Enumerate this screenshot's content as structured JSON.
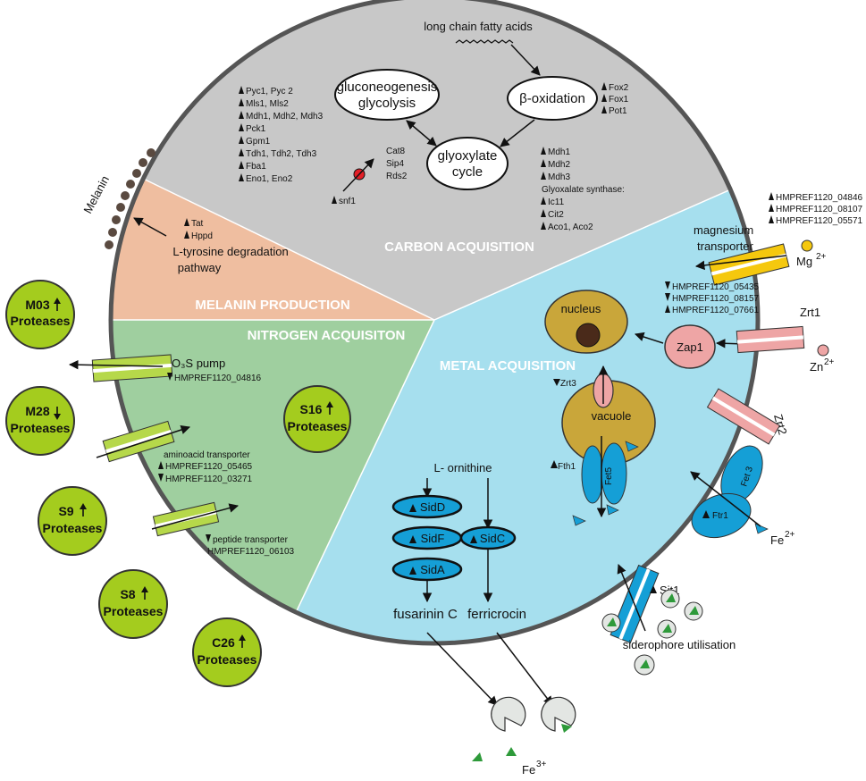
{
  "sections": {
    "carbon": "CARBON ACQUISITION",
    "melanin": "MELANIN PRODUCTION",
    "nitrogen": "NITROGEN ACQUISITON",
    "metal": "METAL ACQUISITION"
  },
  "carbon": {
    "fatty_acids": "long chain fatty acids",
    "gluconeogenesis": "gluconeogenesis",
    "glycolysis": "glycolysis",
    "beta_oxidation": "β-oxidation",
    "glyoxylate": "glyoxylate",
    "cycle": "cycle",
    "genes_left": [
      "Pyc1, Pyc 2",
      "Mls1, Mls2",
      "Mdh1, Mdh2, Mdh3",
      "Pck1",
      "Gpm1",
      "Tdh1, Tdh2, Tdh3",
      "Fba1",
      "Eno1, Eno2"
    ],
    "genes_beta": [
      "Fox2",
      "Fox1",
      "Pot1"
    ],
    "genes_glyox": [
      "Mdh1",
      "Mdh2",
      "Mdh3"
    ],
    "glyox_synthase": "Glyoxalate synthase:",
    "genes_glyox2": [
      "Ic11",
      "Cit2",
      "Aco1, Aco2"
    ],
    "snf1": "snf1",
    "snf_targets": [
      "Cat8",
      "Sip4",
      "Rds2"
    ]
  },
  "melanin": {
    "label": "Melanin",
    "genes": [
      "Tat",
      "Hppd"
    ],
    "pathway_1": "L-tyrosine degradation",
    "pathway_2": "pathway"
  },
  "nitrogen": {
    "o3s_pump": "O₃S pump",
    "o3s_gene": "HMPREF1120_04816",
    "aa_transporter": "aminoacid transporter",
    "aa_genes": [
      "HMPREF1120_05465",
      "HMPREF1120_03271"
    ],
    "peptide_transporter": "peptide transporter",
    "peptide_gene": "HMPREF1120_06103"
  },
  "proteases": [
    {
      "name": "M03",
      "label": "Proteases",
      "dir": "up"
    },
    {
      "name": "M28",
      "label": "Proteases",
      "dir": "down"
    },
    {
      "name": "S9",
      "label": "Proteases",
      "dir": "up"
    },
    {
      "name": "S8",
      "label": "Proteases",
      "dir": "up"
    },
    {
      "name": "C26",
      "label": "Proteases",
      "dir": "up"
    },
    {
      "name": "S16",
      "label": "Proteases",
      "dir": "up"
    }
  ],
  "metal": {
    "mg_genes": [
      "HMPREF1120_04846",
      "HMPREF1120_08107",
      "HMPREF1120_05571"
    ],
    "mg_transporter_1": "magnesium",
    "mg_transporter_2": "transporter",
    "mg_ion": "Mg",
    "mg_charge": "2+",
    "zap_genes": [
      "HMPREF1120_05435",
      "HMPREF1120_08157",
      "HMPREF1120_07661"
    ],
    "nucleus": "nucleus",
    "zap1": "Zap1",
    "zrt1": "Zrt1",
    "zn_ion": "Zn",
    "zn_charge": "2+",
    "zrt3": "Zrt3",
    "vacuole": "vacuole",
    "zrt2": "Zrt2",
    "fth1": "Fth1",
    "fet5": "Fet5",
    "fet3": "Fet 3",
    "ftr1": "Ftr1",
    "fe2_ion": "Fe",
    "fe2_charge": "2+",
    "ornithine": "L- ornithine",
    "sids": [
      "SidD",
      "SidF",
      "SidA"
    ],
    "sidc": "SidC",
    "fusarinin": "fusarinin C",
    "ferricrocin": "ferricrocin",
    "sit1": "Sit1",
    "siderophore": "siderophore utilisation",
    "fe3_ion": "Fe",
    "fe3_charge": "3+"
  },
  "colors": {
    "carbon": "#c8c8c8",
    "melanin": "#efbea0",
    "nitrogen": "#9fcf9f",
    "metal": "#a6dfee",
    "protease": "#a4cc1e",
    "transporter_green": "#b6d84a",
    "transporter_yellow": "#f5c80e",
    "transporter_pink": "#eea5a5",
    "blue": "#159fd6",
    "vacuole": "#c9a63a",
    "melanin_dot": "#5a4a40"
  }
}
